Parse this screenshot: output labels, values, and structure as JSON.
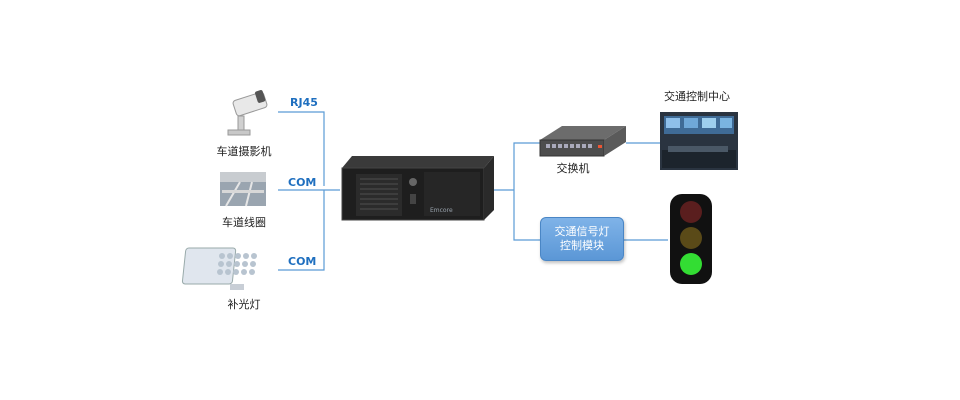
{
  "devices": {
    "camera": "车道摄影机",
    "loop": "车道线圈",
    "light": "补光灯",
    "switch": "交换机",
    "control_center": "交通控制中心",
    "signal_module_line1": "交通信号灯",
    "signal_module_line2": "控制模块"
  },
  "ports": {
    "camera_port": "RJ45",
    "loop_port": "COM",
    "light_port": "COM"
  },
  "server_brand": "Emcore",
  "colors": {
    "link_line": "#5b9bd5",
    "port_label": "#1f6fbf",
    "module_fill": "#6aa5e0",
    "signal_green": "#33dd33"
  }
}
